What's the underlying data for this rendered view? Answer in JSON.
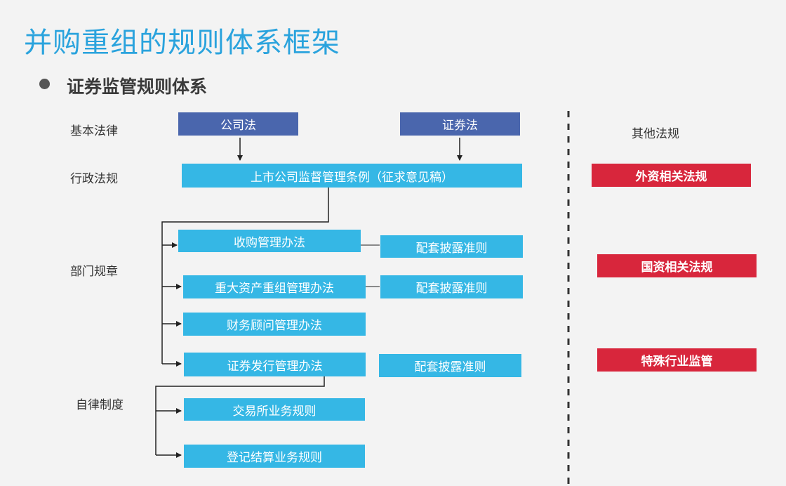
{
  "title": "并购重组的规则体系框架",
  "subtitle": "证券监管规则体系",
  "row_labels": {
    "basic_law": "基本法律",
    "admin_reg": "行政法规",
    "dept_rules": "部门规章",
    "self_reg": "自律制度",
    "other_regs": "其他法规"
  },
  "laws": {
    "company_law": "公司法",
    "securities_law": "证券法"
  },
  "admin_regulation": "上市公司监督管理条例（征求意见稿）",
  "dept_regulations": {
    "acquisition": "收购管理办法",
    "major_asset": "重大资产重组管理办法",
    "financial_advisor": "财务顾问管理办法",
    "securities_issuance": "证券发行管理办法"
  },
  "disclosure_rules": {
    "acquisition": "配套披露准则",
    "major_asset": "配套披露准则",
    "securities_issuance": "配套披露准则"
  },
  "self_regulation": {
    "exchange_rules": "交易所业务规则",
    "clearing_rules": "登记结算业务规则"
  },
  "other_regulations": {
    "foreign": "外资相关法规",
    "state_owned": "国资相关法规",
    "special_industry": "特殊行业监管"
  },
  "colors": {
    "title": "#2aa3dd",
    "dark_box": "#4a66ad",
    "light_box": "#35b7e5",
    "red_box": "#d8263c"
  }
}
